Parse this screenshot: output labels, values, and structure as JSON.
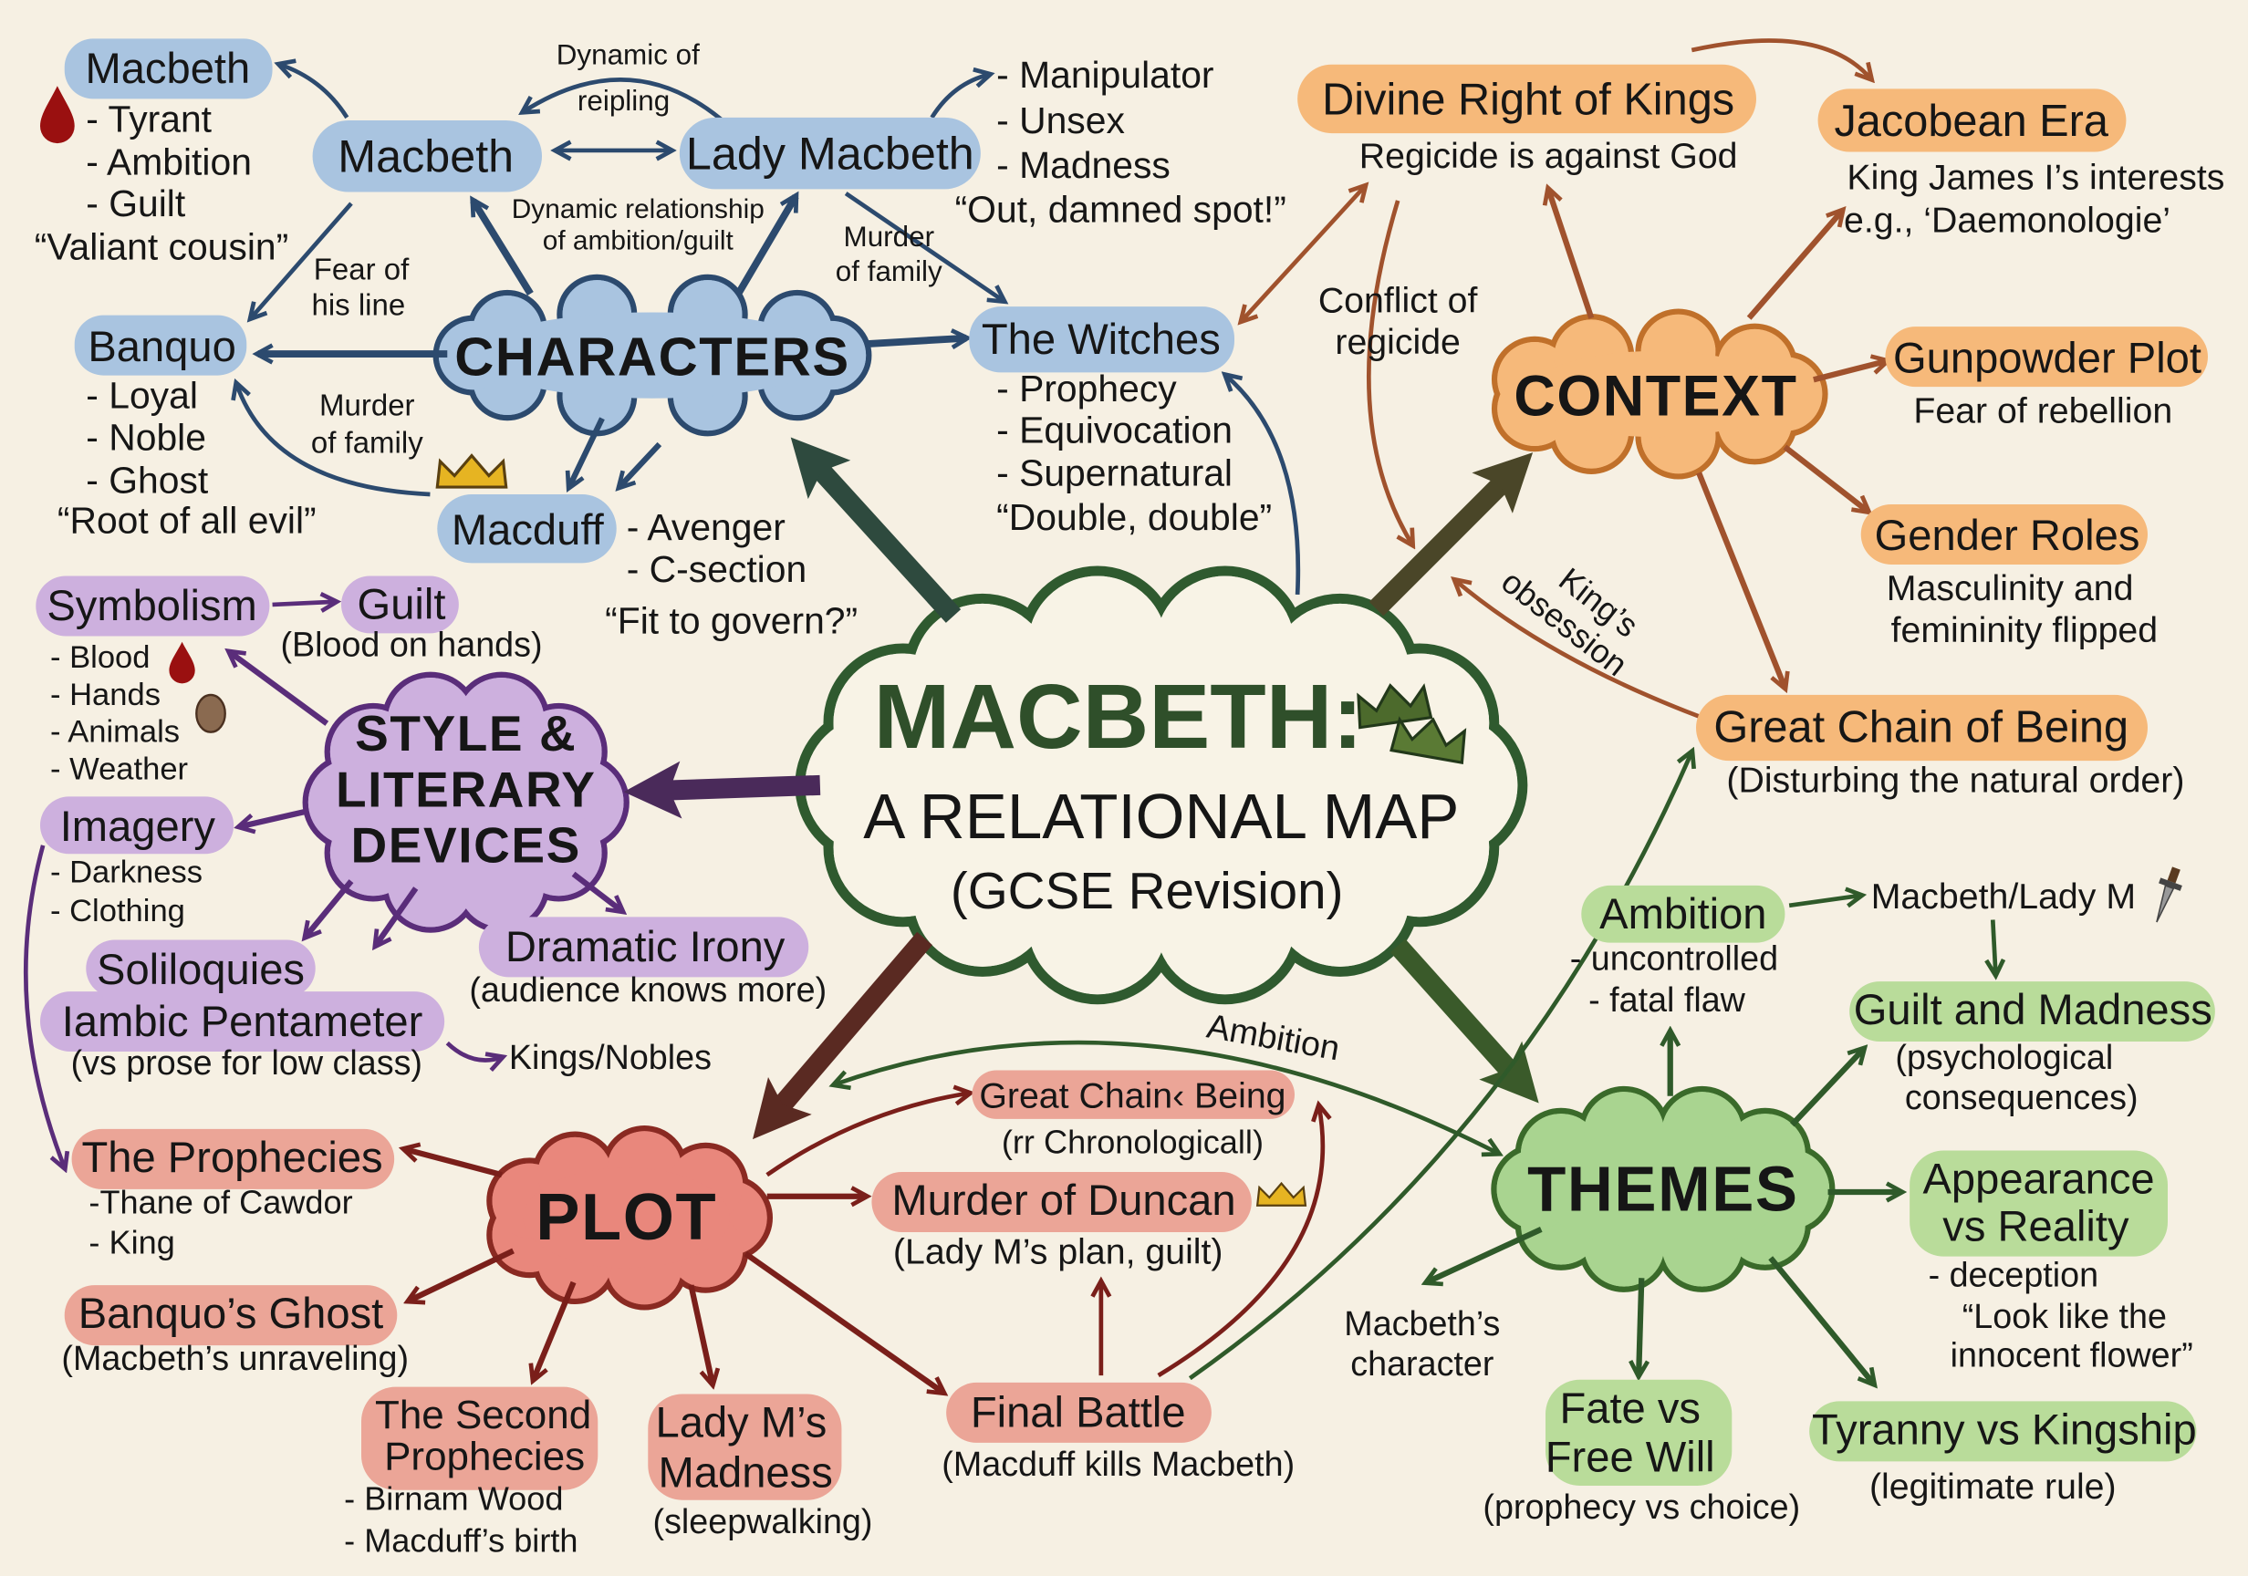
{
  "colors": {
    "background": "#f6f0e3",
    "characters": "#a9c4e0",
    "context": "#f6b97a",
    "style": "#cdb0de",
    "plot": "#eba597",
    "themes": "#b9dc9a",
    "center_stroke": "#2f5a2f"
  },
  "center": {
    "line1": "MACBETH:",
    "line2": "A RELATIONAL MAP",
    "line3": "(GCSE Revision)",
    "icon": "crowns-icon"
  },
  "characters": {
    "hub": "CHARACTERS",
    "macbeth_top": {
      "name": "Macbeth",
      "traits": [
        "- Tyrant",
        "- Ambition",
        "- Guilt"
      ],
      "quote": "“Valiant cousin”",
      "icon": "blood-drop-icon"
    },
    "macbeth": "Macbeth",
    "lady_macbeth": {
      "name": "Lady Macbeth",
      "traits": [
        "- Manipulator",
        "- Unsex",
        "- Madness"
      ],
      "quote": "“Out, damned spot!”"
    },
    "banquo": {
      "name": "Banquo",
      "traits": [
        "- Loyal",
        "- Noble",
        "- Ghost"
      ],
      "quote": "“Root of all evil”"
    },
    "witches": {
      "name": "The Witches",
      "traits": [
        "- Prophecy",
        "- Equivocation",
        "- Supernatural"
      ],
      "quote": "“Double, double”"
    },
    "macduff": {
      "name": "Macduff",
      "traits": [
        "- Avenger",
        "- C-section"
      ],
      "quote": "“Fit to govern?”",
      "icon": "crown-icon"
    },
    "labels": {
      "dynamic_of": [
        "Dynamic of",
        "reipling"
      ],
      "dynamic_rel": [
        "Dynamic relationship",
        "of ambition/guilt"
      ],
      "murder_family_1": [
        "Murder",
        "of family"
      ],
      "murder_family_2": [
        "Murder",
        "of family"
      ],
      "fear_line": [
        "Fear of",
        "his line"
      ]
    }
  },
  "context": {
    "hub": "CONTEXT",
    "divine": {
      "name": "Divine Right of Kings",
      "sub": "Regicide is against God"
    },
    "jacobean": {
      "name": "Jacobean Era",
      "sub": [
        "King James I’s interests",
        "e.g., ‘Daemonologie’"
      ]
    },
    "gunpowder": {
      "name": "Gunpowder Plot",
      "sub": "Fear of rebellion"
    },
    "gender": {
      "name": "Gender Roles",
      "sub": [
        "Masculinity and",
        "femininity flipped"
      ]
    },
    "chain": {
      "name": "Great Chain of Being",
      "sub": "(Disturbing the natural order)"
    },
    "labels": {
      "conflict": [
        "Conflict of",
        "regicide"
      ],
      "obsession": [
        "King’s",
        "obsession"
      ]
    }
  },
  "style": {
    "hub": [
      "STYLE &",
      "LITERARY",
      "DEVICES"
    ],
    "symbolism": {
      "name": "Symbolism",
      "items": [
        "- Blood",
        "- Hands",
        "- Animals",
        "- Weather"
      ]
    },
    "guilt": {
      "name": "Guilt",
      "sub": "(Blood on hands)"
    },
    "imagery": {
      "name": "Imagery",
      "items": [
        "- Darkness",
        "- Clothing"
      ]
    },
    "soliloquies": "Soliloquies",
    "iambic": {
      "name": "Iambic Pentameter",
      "sub": "(vs prose for low class)",
      "target": "Kings/Nobles"
    },
    "irony": {
      "name": "Dramatic Irony",
      "sub": "(audience knows more)"
    }
  },
  "plot": {
    "hub": "PLOT",
    "prophecies": {
      "name": "The Prophecies",
      "items": [
        "-Thane of Cawdor",
        "- King"
      ]
    },
    "banquo_ghost": {
      "name": "Banquo’s Ghost",
      "sub": "(Macbeth’s unraveling)"
    },
    "second": {
      "name": [
        "The Second",
        "Prophecies"
      ],
      "items": [
        "- Birnam Wood",
        "- Macduff’s birth"
      ]
    },
    "lady_m": {
      "name": [
        "Lady M’s",
        "Madness"
      ],
      "sub": "(sleepwalking)"
    },
    "final": {
      "name": "Final Battle",
      "sub": "(Macduff kills Macbeth)"
    },
    "duncan": {
      "name": "Murder of Duncan",
      "sub": "(Lady M’s plan, guilt)"
    },
    "chain": {
      "name": "Great Chain‹ Being",
      "sub": "(rr Chronologicall)"
    },
    "ambition_label": "Ambition"
  },
  "themes": {
    "hub": "THEMES",
    "ambition": {
      "name": "Ambition",
      "items": [
        "- uncontrolled",
        "- fatal flaw"
      ],
      "target": "Macbeth/Lady M"
    },
    "guilt": {
      "name": "Guilt and Madness",
      "sub": [
        "(psychological",
        "consequences)"
      ]
    },
    "appearance": {
      "name": [
        "Appearance",
        "vs Reality"
      ],
      "items": [
        "- deception"
      ],
      "quote": [
        "“Look like the",
        "innocent flower”"
      ]
    },
    "tyranny": {
      "name": "Tyranny vs Kingship",
      "sub": "(legitimate rule)"
    },
    "fate": {
      "name": [
        "Fate vs",
        "Free Will"
      ],
      "sub": "(prophecy vs choice)"
    },
    "character": [
      "Macbeth’s",
      "character"
    ]
  }
}
